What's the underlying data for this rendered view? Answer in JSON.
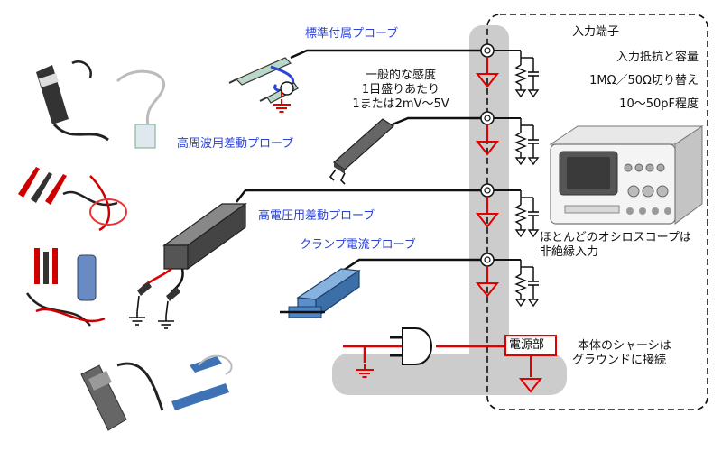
{
  "probes": {
    "standard": "標準付属プローブ",
    "high_freq_diff": "高周波用差動プローブ",
    "high_voltage_diff": "高電圧用差動プローブ",
    "clamp_current": "クランプ電流プローブ"
  },
  "sensitivity": {
    "line1": "一般的な感度",
    "line2": "1目盛りあたり",
    "line3": "1または2mV～5V"
  },
  "input": {
    "title": "入力端子",
    "impedance": "入力抵抗と容量",
    "switch": "1MΩ／50Ω切り替え",
    "capacitance": "10～50pF程度"
  },
  "scope_note": {
    "line1": "ほとんどのオシロスコープは",
    "line2": "非絶縁入力"
  },
  "power": {
    "label": "電源部",
    "note_line1": "本体のシャーシは",
    "note_line2": "グラウンドに接続"
  },
  "colors": {
    "probe_label": "#2b43d6",
    "ground": "#e00000",
    "chassis": "#cccccc",
    "probe_body_dark": "#555555",
    "clamp_blue": "#4f86c6"
  },
  "icons": [
    "ground-symbol-icon",
    "bnc-connector-icon",
    "resistor-icon",
    "capacitor-icon",
    "oscilloscope-icon",
    "power-plug-icon"
  ]
}
